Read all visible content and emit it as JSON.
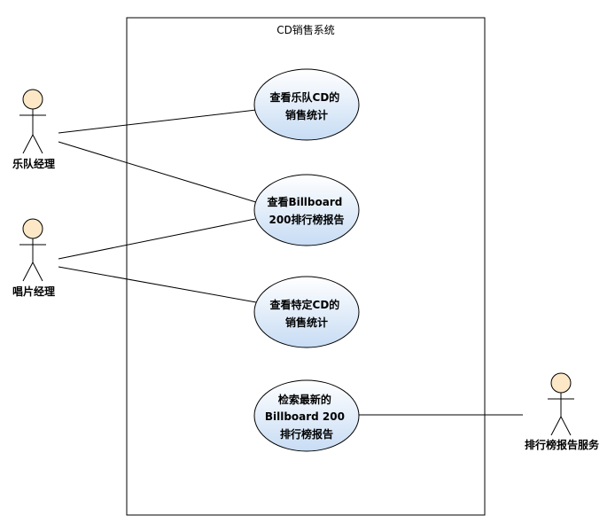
{
  "system": {
    "title": "CD销售系统"
  },
  "actors": {
    "band_manager": "乐队经理",
    "record_manager": "唱片经理",
    "ranking_service": "排行榜报告服务"
  },
  "use_cases": {
    "band_sales": [
      "查看乐队CD的",
      "销售统计"
    ],
    "billboard_view": [
      "查看Billboard",
      "200排行榜报告"
    ],
    "cd_sales": [
      "查看特定CD的",
      "销售统计"
    ],
    "billboard_retrieve": [
      "检索最新的",
      "Billboard 200",
      "排行榜报告"
    ]
  },
  "colors": {
    "ellipse_fill_top": "#ffffff",
    "ellipse_fill_bottom": "#c7dcf4",
    "ellipse_stroke": "#000000",
    "actor_head_fill": "#fce8c6",
    "line": "#000000"
  }
}
